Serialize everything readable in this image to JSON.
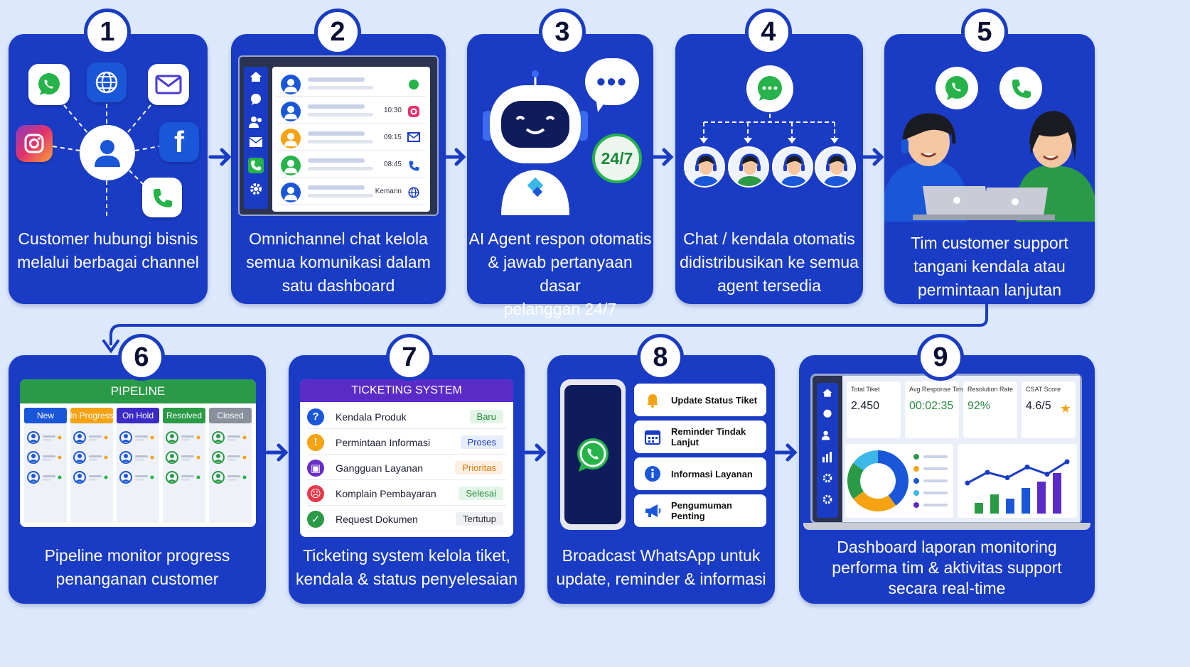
{
  "steps": [
    {
      "num": "1",
      "caption_lines": [
        "Customer hubungi bisnis",
        "melalui berbagai channel"
      ]
    },
    {
      "num": "2",
      "caption_lines": [
        "Omnichannel chat kelola",
        "semua komunikasi dalam",
        "satu dashboard"
      ]
    },
    {
      "num": "3",
      "caption_lines": [
        "AI Agent respon otomatis",
        "& jawab pertanyaan dasar",
        "pelanggan 24/7"
      ]
    },
    {
      "num": "4",
      "caption_lines": [
        "Chat / kendala otomatis",
        "didistribusikan ke semua",
        "agent tersedia"
      ]
    },
    {
      "num": "5",
      "caption_lines": [
        "Tim customer support",
        "tangani kendala atau",
        "permintaan lanjutan"
      ]
    },
    {
      "num": "6",
      "caption_lines": [
        "Pipeline monitor progress",
        "penanganan customer"
      ]
    },
    {
      "num": "7",
      "caption_lines": [
        "Ticketing system kelola tiket,",
        "kendala & status penyelesaian"
      ]
    },
    {
      "num": "8",
      "caption_lines": [
        "Broadcast WhatsApp untuk",
        "update, reminder & informasi"
      ]
    },
    {
      "num": "9",
      "caption_lines": [
        "Dashboard laporan monitoring",
        "performa tim & aktivitas support",
        "secara real-time"
      ]
    }
  ],
  "omnichannel": {
    "times": [
      "",
      "10:30",
      "09:15",
      "08:45",
      "Kemarin"
    ]
  },
  "ai": {
    "badge": "24/7"
  },
  "pipeline": {
    "title": "PIPELINE",
    "columns": [
      {
        "label": "New",
        "color": "#1a56d8"
      },
      {
        "label": "In Progress",
        "color": "#f5a313"
      },
      {
        "label": "On Hold",
        "color": "#3b2bc6"
      },
      {
        "label": "Resolved",
        "color": "#2a9a46"
      },
      {
        "label": "Closed",
        "color": "#8a8f9c"
      }
    ]
  },
  "ticketing": {
    "title": "TICKETING SYSTEM",
    "rows": [
      {
        "label": "Kendala Produk",
        "status": "Baru",
        "icon": "question-icon",
        "icon_color": "#1a56d8",
        "status_bg": "#e3f5e6",
        "status_fg": "#2a8a40"
      },
      {
        "label": "Permintaan Informasi",
        "status": "Proses",
        "icon": "warning-icon",
        "icon_color": "#f5a313",
        "status_bg": "#e6edfb",
        "status_fg": "#1a3cc4"
      },
      {
        "label": "Gangguan Layanan",
        "status": "Prioritas",
        "icon": "window-icon",
        "icon_color": "#6a2bc6",
        "status_bg": "#fdf0e3",
        "status_fg": "#e07a13"
      },
      {
        "label": "Komplain Pembayaran",
        "status": "Selesai",
        "icon": "sad-face-icon",
        "icon_color": "#e23a4a",
        "status_bg": "#e3f5e6",
        "status_fg": "#2a8a40"
      },
      {
        "label": "Request Dokumen",
        "status": "Tertutup",
        "icon": "check-icon",
        "icon_color": "#2a9a46",
        "status_bg": "#eef0f4",
        "status_fg": "#333"
      }
    ]
  },
  "broadcast": {
    "items": [
      {
        "label": "Update Status Tiket",
        "icon": "bell-icon"
      },
      {
        "label": "Reminder Tindak Lanjut",
        "icon": "calendar-icon"
      },
      {
        "label": "Informasi Layanan",
        "icon": "info-icon"
      },
      {
        "label": "Pengumuman Penting",
        "icon": "megaphone-icon"
      }
    ]
  },
  "dashboard": {
    "kpis": [
      {
        "label": "Total Tiket",
        "value": "2.450"
      },
      {
        "label": "Avg Response Time",
        "value": "00:02:35"
      },
      {
        "label": "Resolution Rate",
        "value": "92%"
      },
      {
        "label": "CSAT Score",
        "value": "4.6/5"
      }
    ],
    "bar_levels": [
      0.25,
      0.45,
      0.35,
      0.6,
      0.75,
      0.95
    ],
    "line_levels": [
      0.3,
      0.6,
      0.45,
      0.75,
      0.55,
      0.9
    ],
    "donut_colors": [
      "#1a56d8",
      "#f5a313",
      "#2a9a46",
      "#3bb7e8"
    ]
  },
  "colors": {
    "card": "#1a3cc4",
    "background": "#dce8fb",
    "whatsapp": "#25b34a"
  }
}
